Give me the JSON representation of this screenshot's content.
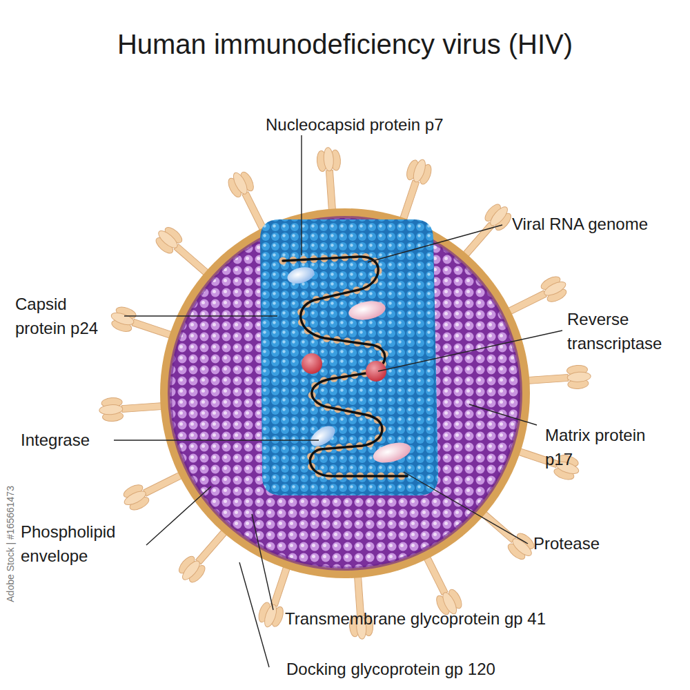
{
  "diagram": {
    "title": "Human immunodeficiency virus (HIV)",
    "labels": [
      "Nucleocapsid protein p7",
      "Viral RNA genome",
      "Capsid protein p24",
      "Reverse transcriptase",
      "Integrase",
      "Matrix protein p17",
      "Phospholipid envelope",
      "Protease",
      "Transmembrane glycoprotein gp 41",
      "Docking glycoprotein gp 120",
      "Adobe Stock | #165661473"
    ]
  }
}
